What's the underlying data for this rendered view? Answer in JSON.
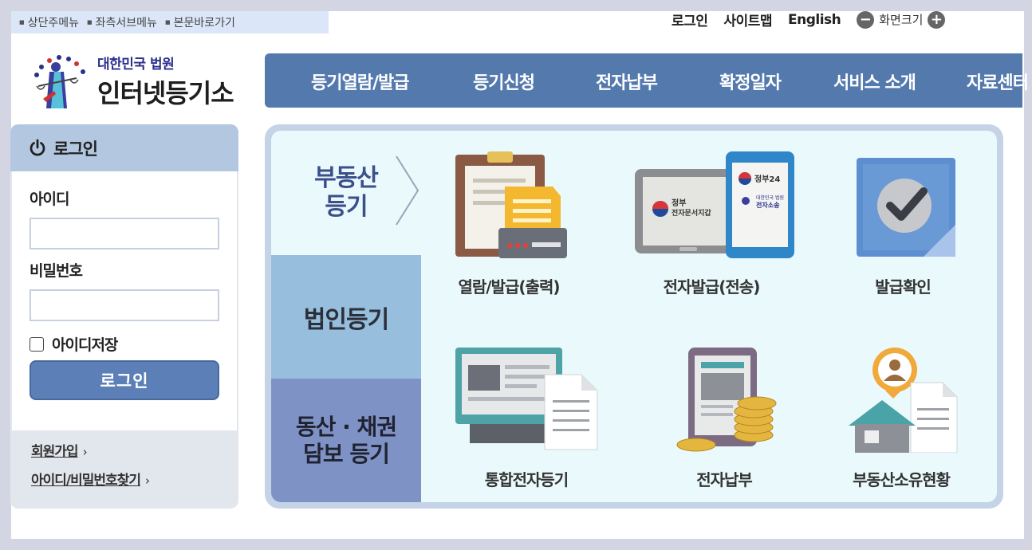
{
  "skip_nav": [
    "상단주메뉴",
    "좌측서브메뉴",
    "본문바로가기"
  ],
  "util": {
    "login": "로그인",
    "sitemap": "사이트맵",
    "english": "English",
    "font_size": "화면크기",
    "minus": "−",
    "plus": "+"
  },
  "logo": {
    "line1": "대한민국 법원",
    "line2": "인터넷등기소",
    "emblem_icon": "court-justice-emblem-icon"
  },
  "gnb": [
    "등기열람/발급",
    "등기신청",
    "전자납부",
    "확정일자",
    "서비스 소개",
    "자료센터"
  ],
  "login_box": {
    "title": "로그인",
    "id_label": "아이디",
    "pw_label": "비밀번호",
    "save_id": "아이디저장",
    "submit": "로그인",
    "join": "회원가입",
    "find": "아이디/비밀번호찾기",
    "arrow": "›"
  },
  "tabs": {
    "t1_line1": "부동산",
    "t1_line2": "등기",
    "t2": "법인등기",
    "t3_line1": "동산 · 채권",
    "t3_line2": "담보 등기"
  },
  "services": [
    {
      "label": "열람/발급(출력)",
      "icon": "print-document-icon"
    },
    {
      "label": "전자발급(전송)",
      "icon": "tablet-phone-icon"
    },
    {
      "label": "발급확인",
      "icon": "checkmark-icon"
    },
    {
      "label": "통합전자등기",
      "icon": "monitor-document-icon"
    },
    {
      "label": "전자납부",
      "icon": "tablet-coins-icon"
    },
    {
      "label": "부동산소유현황",
      "icon": "house-owner-icon"
    }
  ],
  "tablet_text": {
    "gov": "정부",
    "gov_doc": "전자문서지갑",
    "gov24": "정부24",
    "court_small": "대한민국 법원",
    "court_app": "전자소송"
  },
  "colors": {
    "gnb": "#5479ad",
    "panel_bg": "#eaf9fb",
    "tab_blue": "#97bedd",
    "tab_purple": "#7f92c5",
    "login_btn": "#5b7fb6"
  }
}
